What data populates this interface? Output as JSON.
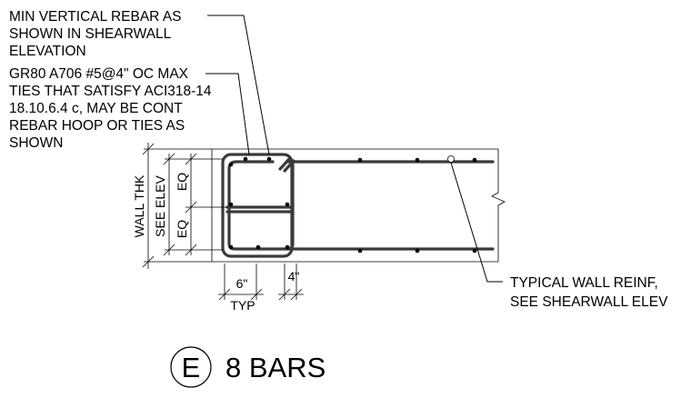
{
  "notes": {
    "min_vertical_rebar": [
      "MIN VERTICAL REBAR AS",
      "SHOWN IN SHEARWALL",
      "ELEVATION"
    ],
    "ties": [
      "GR80 A706 #5@4\" OC MAX",
      "TIES THAT SATISFY ACI318-14",
      "18.10.6.4 c, MAY BE CONT",
      "REBAR HOOP OR TIES AS",
      "SHOWN"
    ],
    "typical_reinf": [
      "TYPICAL WALL REINF,",
      "SEE SHEARWALL ELEV"
    ]
  },
  "dimensions": {
    "wall_thk": "WALL THK",
    "see_elev": "SEE ELEV",
    "eq": "EQ",
    "cover": "6\"",
    "typ": "TYP",
    "spacing": "4\""
  },
  "detail": {
    "tag": "E",
    "title": "8 BARS"
  }
}
